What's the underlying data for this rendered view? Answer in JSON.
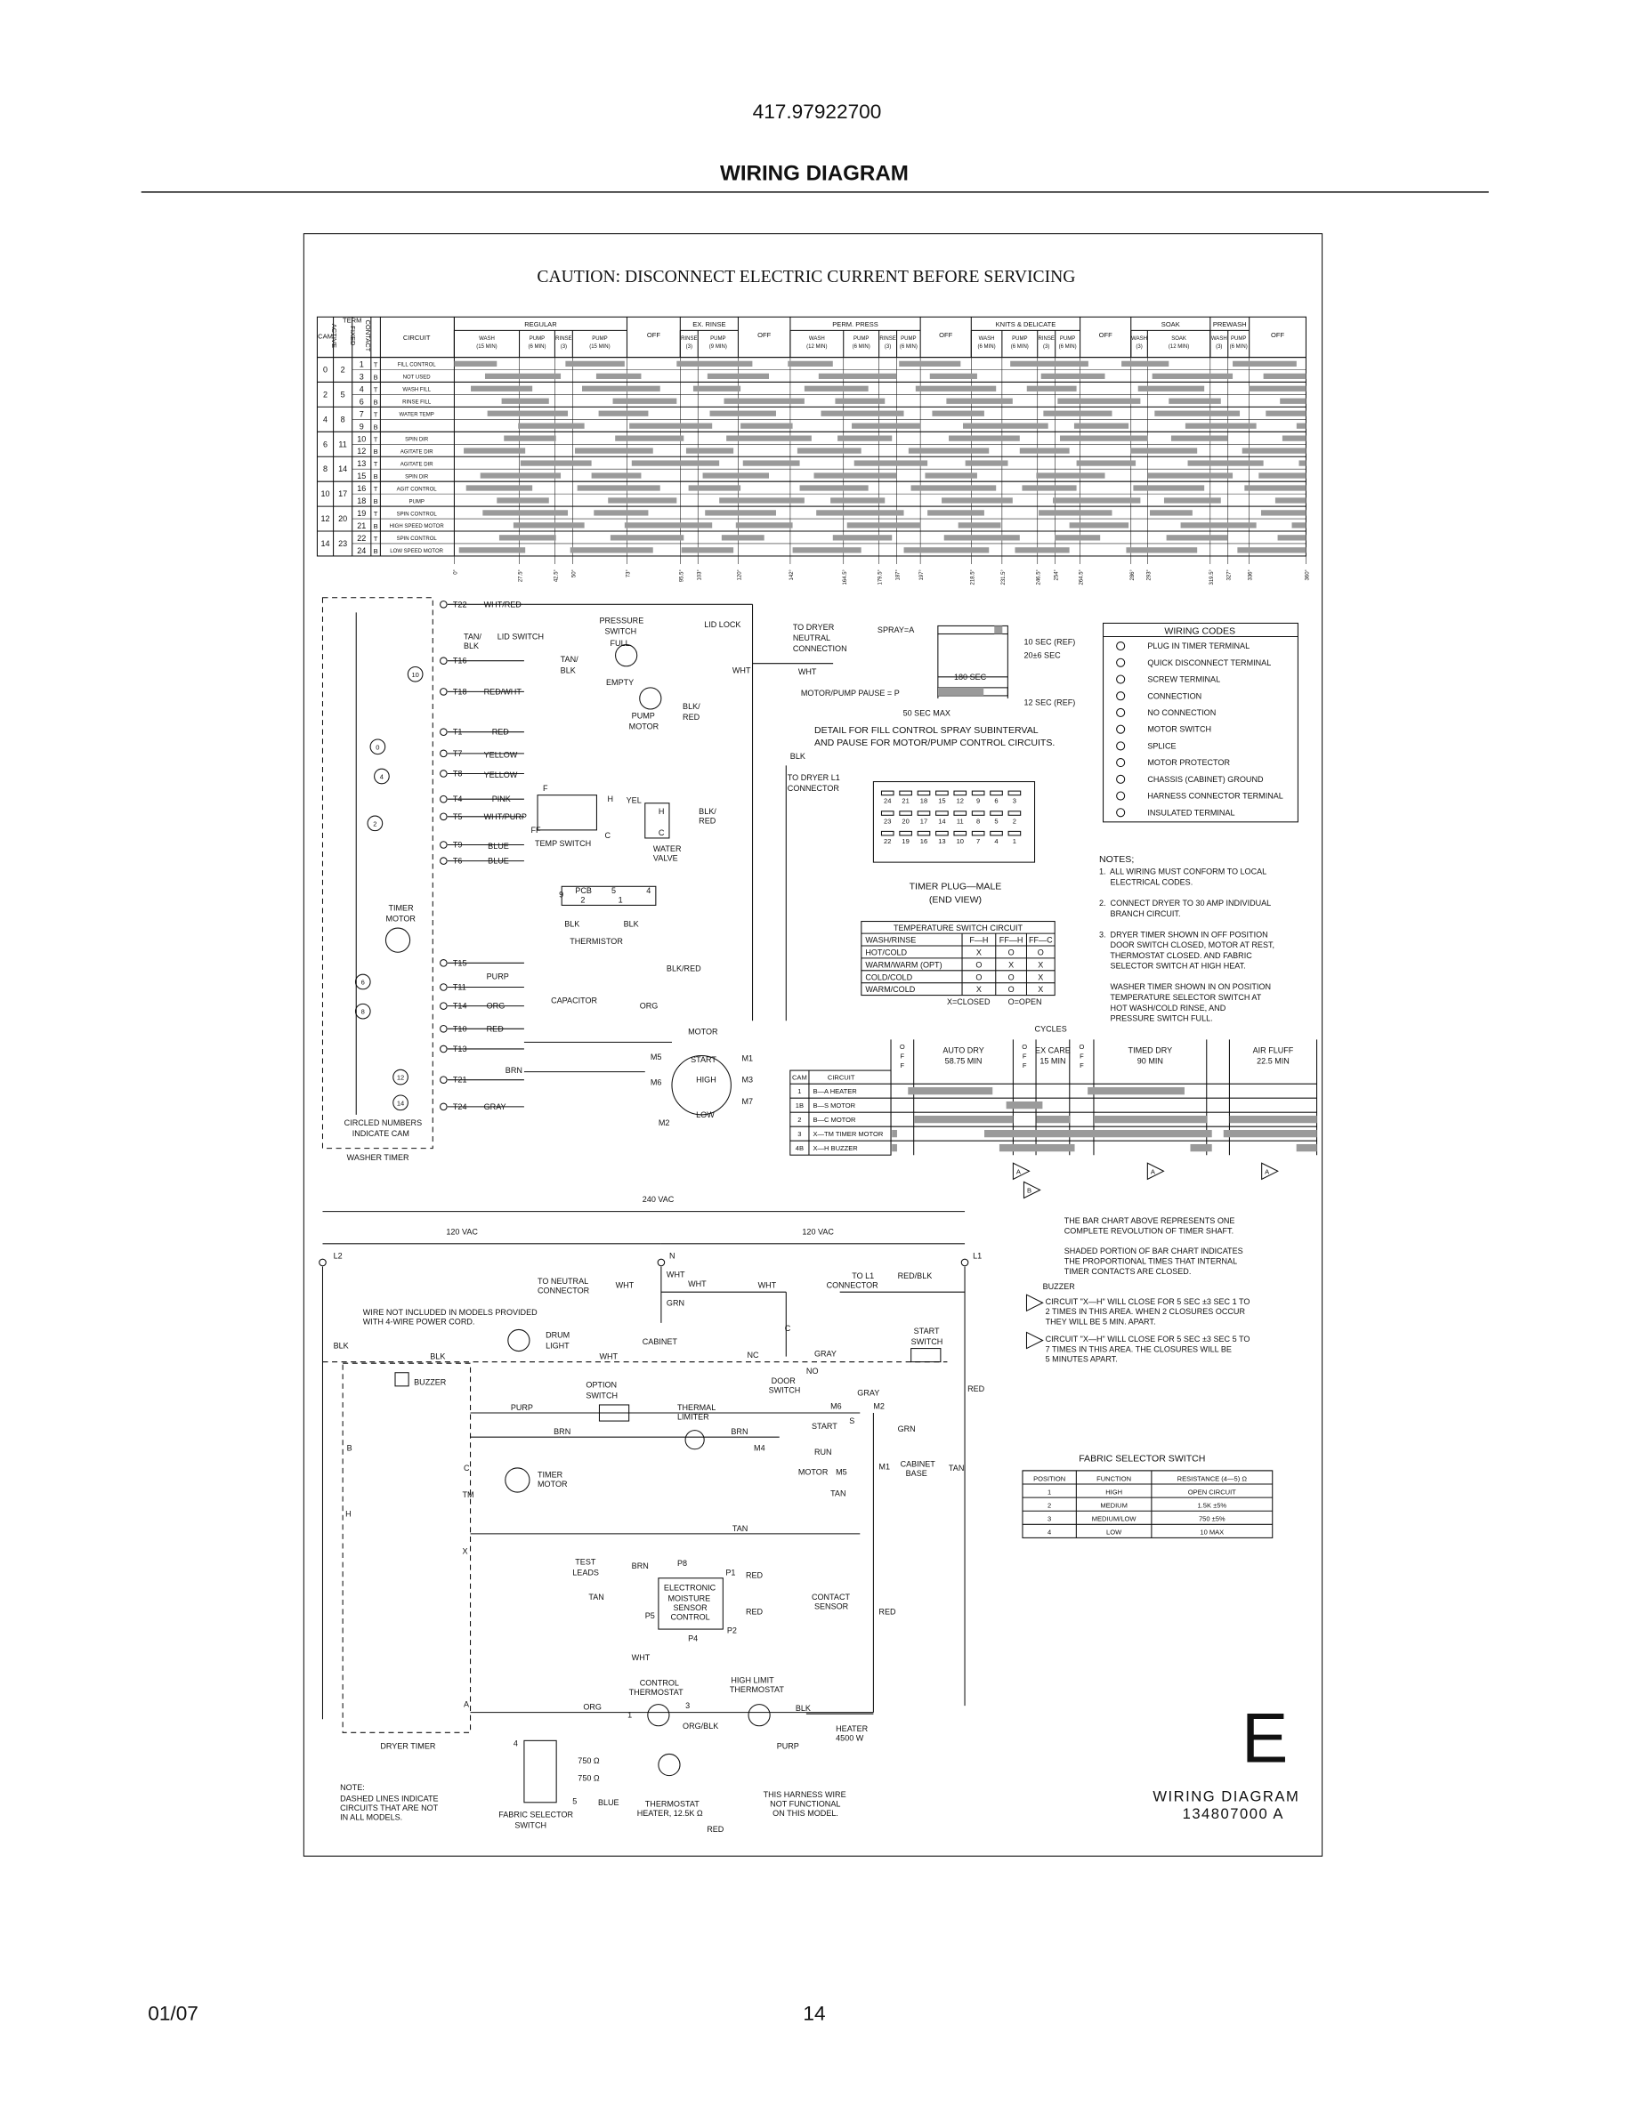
{
  "header": {
    "model": "417.97922700",
    "title": "WIRING DIAGRAM"
  },
  "caution": "CAUTION:  DISCONNECT  ELECTRIC  CURRENT  BEFORE  SERVICING",
  "washer_timer_chart": {
    "col_headers": {
      "cam": "CAM",
      "term": "TERM",
      "active": "ACTIVE",
      "fixed": "FIXED",
      "contact": "CONTACT",
      "circuit": "CIRCUIT"
    },
    "cycles": [
      {
        "label": "REGULAR",
        "subs": [
          {
            "label": "WASH",
            "time": "(15 MIN)"
          },
          {
            "label": "PUMP",
            "time": "(6 MIN)"
          },
          {
            "label": "RINSE",
            "time": "(3)"
          },
          {
            "label": "PUMP",
            "time": "(15 MIN)"
          }
        ]
      },
      {
        "label": "OFF",
        "subs": []
      },
      {
        "label": "EX. RINSE",
        "subs": [
          {
            "label": "RINSE",
            "time": "(3)"
          },
          {
            "label": "PUMP",
            "time": "(9 MIN)"
          }
        ]
      },
      {
        "label": "OFF",
        "subs": []
      },
      {
        "label": "PERM. PRESS",
        "subs": [
          {
            "label": "WASH",
            "time": "(12 MIN)"
          },
          {
            "label": "PUMP",
            "time": "(6 MIN)"
          },
          {
            "label": "RINSE",
            "time": "(3)"
          },
          {
            "label": "PUMP",
            "time": "(6 MIN)"
          }
        ]
      },
      {
        "label": "OFF",
        "subs": []
      },
      {
        "label": "KNITS & DELICATE",
        "subs": [
          {
            "label": "WASH",
            "time": "(6 MIN)"
          },
          {
            "label": "PUMP",
            "time": "(6 MIN)"
          },
          {
            "label": "RINSE",
            "time": "(3)"
          },
          {
            "label": "PUMP",
            "time": "(6 MIN)"
          }
        ]
      },
      {
        "label": "OFF",
        "subs": []
      },
      {
        "label": "SOAK",
        "subs": [
          {
            "label": "WASH",
            "time": "(3)"
          },
          {
            "label": "SOAK",
            "time": "(12 MIN)"
          }
        ]
      },
      {
        "label": "PREWASH",
        "subs": [
          {
            "label": "WASH",
            "time": "(3)"
          },
          {
            "label": "PUMP",
            "time": "(6 MIN)"
          }
        ]
      },
      {
        "label": "OFF",
        "subs": []
      }
    ],
    "cams": [
      {
        "cam": "0",
        "active": "2",
        "rows": [
          {
            "fixed": "1",
            "contact": "T",
            "circuit": "FILL CONTROL"
          },
          {
            "fixed": "3",
            "contact": "B",
            "circuit": "NOT USED"
          }
        ]
      },
      {
        "cam": "2",
        "active": "5",
        "rows": [
          {
            "fixed": "4",
            "contact": "T",
            "circuit": "WASH FILL"
          },
          {
            "fixed": "6",
            "contact": "B",
            "circuit": "RINSE FILL"
          }
        ]
      },
      {
        "cam": "4",
        "active": "8",
        "rows": [
          {
            "fixed": "7",
            "contact": "T",
            "circuit": "WATER TEMP"
          },
          {
            "fixed": "9",
            "contact": "B",
            "circuit": ""
          }
        ]
      },
      {
        "cam": "6",
        "active": "11",
        "rows": [
          {
            "fixed": "10",
            "contact": "T",
            "circuit": "SPIN DIR"
          },
          {
            "fixed": "12",
            "contact": "B",
            "circuit": "AGITATE DIR"
          }
        ]
      },
      {
        "cam": "8",
        "active": "14",
        "rows": [
          {
            "fixed": "13",
            "contact": "T",
            "circuit": "AGITATE DIR"
          },
          {
            "fixed": "15",
            "contact": "B",
            "circuit": "SPIN DIR"
          }
        ]
      },
      {
        "cam": "10",
        "active": "17",
        "rows": [
          {
            "fixed": "16",
            "contact": "T",
            "circuit": "AGIT CONTROL"
          },
          {
            "fixed": "18",
            "contact": "B",
            "circuit": "PUMP"
          }
        ]
      },
      {
        "cam": "12",
        "active": "20",
        "rows": [
          {
            "fixed": "19",
            "contact": "T",
            "circuit": "SPIN CONTROL"
          },
          {
            "fixed": "21",
            "contact": "B",
            "circuit": "HIGH SPEED MOTOR"
          }
        ]
      },
      {
        "cam": "14",
        "active": "23",
        "rows": [
          {
            "fixed": "22",
            "contact": "T",
            "circuit": "SPIN CONTROL"
          },
          {
            "fixed": "24",
            "contact": "B",
            "circuit": "LOW SPEED MOTOR"
          }
        ]
      }
    ],
    "degree_ticks": [
      "0°",
      "27.5°",
      "42.5°",
      "50°",
      "73°",
      "95.5°",
      "103°",
      "120°",
      "142°",
      "164.5°",
      "179.5°",
      "187°",
      "197°",
      "218.5°",
      "231.5°",
      "246.5°",
      "254°",
      "264.5°",
      "286°",
      "293°",
      "319.5°",
      "327°",
      "336°",
      "360°"
    ]
  },
  "washer_schematic": {
    "labels": [
      "T22",
      "WHT/RED",
      "LID LOCK",
      "PRESSURE",
      "SWITCH",
      "FULL",
      "TAN/",
      "BLK",
      "LID SWITCH",
      "T16",
      "TAN/",
      "BLK",
      "EMPTY",
      "WHT",
      "T18",
      "RED/WHT",
      "PUMP",
      "MOTOR",
      "BLK/",
      "RED",
      "T1",
      "RED",
      "T7",
      "YELLOW",
      "T8",
      "YELLOW",
      "T4",
      "PINK",
      "T5",
      "WHT/PURP",
      "F",
      "FF",
      "H",
      "C",
      "TEMP SWITCH",
      "T9",
      "BLUE",
      "T6",
      "BLUE",
      "YEL",
      "H",
      "C",
      "BLK/",
      "RED",
      "WATER",
      "VALVE",
      "PCB",
      "2",
      "5",
      "1",
      "4",
      "9",
      "BLK",
      "BLK",
      "THERMISTOR",
      "TIMER",
      "MOTOR",
      "T15",
      "BLK/RED",
      "PURP",
      "T11",
      "T14",
      "ORG",
      "CAPACITOR",
      "ORG",
      "T10",
      "RED",
      "T13",
      "MOTOR",
      "M5",
      "START",
      "M1",
      "BRN",
      "T21",
      "M6",
      "HIGH",
      "M3",
      "M7",
      "T24",
      "GRAY",
      "LOW",
      "M2",
      "CIRCLED NUMBERS",
      "INDICATE CAM",
      "WASHER TIMER",
      "TO DRYER",
      "NEUTRAL",
      "CONNECTION",
      "WHT",
      "BLK",
      "TO DRYER L1",
      "CONNECTOR"
    ],
    "cam_circles": [
      "10",
      "0",
      "4",
      "2",
      "6",
      "8",
      "12",
      "14"
    ]
  },
  "spray_detail": {
    "spray": "SPRAY=A",
    "ref10": "10 SEC (REF)",
    "sec20": "20±6 SEC",
    "sec180": "180 SEC",
    "pause": "MOTOR/PUMP PAUSE = P",
    "ref12": "12 SEC (REF)",
    "max50": "50 SEC MAX",
    "caption1": "DETAIL FOR FILL CONTROL SPRAY SUBINTERVAL",
    "caption2": "AND PAUSE FOR MOTOR/PUMP CONTROL CIRCUITS."
  },
  "timer_plug": {
    "rows": [
      [
        "24",
        "21",
        "18",
        "15",
        "12",
        "9",
        "6",
        "3"
      ],
      [
        "23",
        "20",
        "17",
        "14",
        "11",
        "8",
        "5",
        "2"
      ],
      [
        "22",
        "19",
        "16",
        "13",
        "10",
        "7",
        "4",
        "1"
      ]
    ],
    "caption1": "TIMER PLUG—MALE",
    "caption2": "(END VIEW)"
  },
  "wiring_codes": {
    "title": "WIRING CODES",
    "items": [
      {
        "icon": "plug-in-timer-terminal-icon",
        "label": "PLUG IN TIMER TERMINAL"
      },
      {
        "icon": "quick-disconnect-terminal-icon",
        "label": "QUICK DISCONNECT TERMINAL"
      },
      {
        "icon": "screw-terminal-icon",
        "label": "SCREW TERMINAL"
      },
      {
        "icon": "connection-icon",
        "label": "CONNECTION"
      },
      {
        "icon": "no-connection-icon",
        "label": "NO CONNECTION"
      },
      {
        "icon": "motor-switch-icon",
        "label": "MOTOR SWITCH"
      },
      {
        "icon": "splice-icon",
        "label": "SPLICE"
      },
      {
        "icon": "motor-protector-icon",
        "label": "MOTOR PROTECTOR"
      },
      {
        "icon": "chassis-ground-icon",
        "label": "CHASSIS (CABINET) GROUND"
      },
      {
        "icon": "harness-connector-icon",
        "label": "HARNESS CONNECTOR TERMINAL"
      },
      {
        "icon": "insulated-terminal-icon",
        "label": "INSULATED TERMINAL"
      }
    ]
  },
  "notes": {
    "title": "NOTES;",
    "lines": [
      "1.  ALL WIRING MUST CONFORM TO LOCAL",
      "     ELECTRICAL CODES.",
      "",
      "2.  CONNECT DRYER TO 30 AMP INDIVIDUAL",
      "     BRANCH CIRCUIT.",
      "",
      "3.  DRYER TIMER SHOWN IN OFF POSITION",
      "     DOOR SWITCH CLOSED, MOTOR AT REST,",
      "     THERMOSTAT CLOSED. AND FABRIC",
      "     SELECTOR SWITCH AT HIGH HEAT.",
      "",
      "     WASHER TIMER SHOWN IN ON POSITION",
      "     TEMPERATURE SELECTOR SWITCH AT",
      "     HOT WASH/COLD RINSE, AND",
      "     PRESSURE SWITCH FULL."
    ]
  },
  "temperature_switch": {
    "title": "TEMPERATURE  SWITCH  CIRCUIT",
    "headers": [
      "WASH/RINSE",
      "F—H",
      "FF—H",
      "FF—C"
    ],
    "rows": [
      [
        "HOT/COLD",
        "X",
        "O",
        "O"
      ],
      [
        "WARM/WARM (OPT)",
        "O",
        "X",
        "X"
      ],
      [
        "COLD/COLD",
        "O",
        "O",
        "X"
      ],
      [
        "WARM/COLD",
        "X",
        "O",
        "X"
      ]
    ],
    "legend": "X=CLOSED        O=OPEN"
  },
  "dryer_cycles": {
    "title": "CYCLES",
    "segments": [
      {
        "label": "OFF",
        "time": ""
      },
      {
        "label": "AUTO DRY",
        "time": "58.75 MIN"
      },
      {
        "label": "OFF",
        "time": ""
      },
      {
        "label": "EX CARE",
        "time": "15 MIN"
      },
      {
        "label": "OFF",
        "time": ""
      },
      {
        "label": "TIMED DRY",
        "time": "90 MIN"
      },
      {
        "label": "",
        "time": ""
      },
      {
        "label": "AIR FLUFF",
        "time": "22.5 MIN"
      }
    ],
    "headers": [
      "CAM",
      "CIRCUIT"
    ],
    "rows": [
      [
        "1",
        "B—A HEATER"
      ],
      [
        "1B",
        "B—S MOTOR"
      ],
      [
        "2",
        "B—C MOTOR"
      ],
      [
        "3",
        "X—TM TIMER MOTOR"
      ],
      [
        "4B",
        "X—H BUZZER"
      ]
    ],
    "markers": [
      "A",
      "A",
      "A",
      "B"
    ]
  },
  "bar_chart_notes": {
    "lines": [
      "THE BAR CHART ABOVE REPRESENTS ONE",
      "COMPLETE REVOLUTION OF TIMER SHAFT.",
      "",
      "SHADED PORTION OF BAR CHART INDICATES",
      "THE PROPORTIONAL TIMES THAT INTERNAL",
      "TIMER CONTACTS ARE CLOSED."
    ],
    "buzzer": "BUZZER",
    "note_a": [
      "CIRCUIT \"X—H\" WILL CLOSE FOR 5 SEC ±3 SEC 1 TO",
      "2 TIMES IN THIS AREA.  WHEN 2 CLOSURES OCCUR",
      "THEY WILL BE 5 MIN. APART."
    ],
    "note_b": [
      "CIRCUIT \"X—H\" WILL CLOSE FOR 5 SEC ±3 SEC 5 TO",
      "7 TIMES IN THIS AREA.  THE CLOSURES WILL BE",
      "5 MINUTES APART."
    ]
  },
  "fabric_selector": {
    "title": "FABRIC  SELECTOR  SWITCH",
    "headers": [
      "POSITION",
      "FUNCTION",
      "RESISTANCE (4—5) Ω"
    ],
    "rows": [
      [
        "1",
        "HIGH",
        "OPEN CIRCUIT"
      ],
      [
        "2",
        "MEDIUM",
        "1.5K ±5%"
      ],
      [
        "3",
        "MEDIUM/LOW",
        "750 ±5%"
      ],
      [
        "4",
        "LOW",
        "10 MAX"
      ]
    ]
  },
  "dryer_schematic": {
    "labels": [
      "240 VAC",
      "120 VAC",
      "120 VAC",
      "L2",
      "N",
      "L1",
      "WHT",
      "TO NEUTRAL",
      "CONNECTOR",
      "WHT",
      "WHT",
      "WHT",
      "GRN",
      "CABINET",
      "TO L1",
      "CONNECTOR",
      "RED/BLK",
      "WIRE NOT INCLUDED IN MODELS PROVIDED",
      "WITH 4-WIRE POWER CORD.",
      "DRUM",
      "LIGHT",
      "BLK",
      "BLK",
      "WHT",
      "C",
      "NC",
      "GRAY",
      "NO",
      "DOOR",
      "SWITCH",
      "START",
      "SWITCH",
      "RED",
      "BUZZER",
      "OPTION",
      "SWITCH",
      "PURP",
      "THERMAL",
      "LIMITER",
      "M6",
      "M2",
      "GRAY",
      "BRN",
      "BRN",
      "M4",
      "START",
      "RUN",
      "GRN",
      "S",
      "MOTOR",
      "M5",
      "M1",
      "CABINET",
      "BASE",
      "TAN",
      "TAN",
      "B",
      "C",
      "TIMER",
      "MOTOR",
      "TM",
      "H",
      "TAN",
      "X",
      "TEST",
      "LEADS",
      "BRN",
      "P8",
      "P1",
      "RED",
      "ELECTRONIC",
      "MOISTURE",
      "SENSOR",
      "CONTROL",
      "CONTACT",
      "SENSOR",
      "TAN",
      "P5",
      "RED",
      "P2",
      "P4",
      "WHT",
      "RED",
      "CONTROL",
      "THERMOSTAT",
      "HIGH LIMIT",
      "THERMOSTAT",
      "A",
      "ORG",
      "1",
      "3",
      "ORG/BLK",
      "BLK",
      "HEATER",
      "4500 W",
      "PURP",
      "DRYER TIMER",
      "4",
      "750 Ω",
      "750 Ω",
      "5",
      "BLUE",
      "THERMOSTAT",
      "HEATER, 12.5K Ω",
      "THIS HARNESS WIRE",
      "NOT FUNCTIONAL",
      "ON THIS MODEL.",
      "FABRIC SELECTOR",
      "SWITCH",
      "RED",
      "NOTE:",
      "DASHED LINES INDICATE",
      "CIRCUITS THAT ARE NOT",
      "IN ALL MODELS."
    ]
  },
  "revision": {
    "letter": "E",
    "title": "WIRING DIAGRAM",
    "number": "134807000  A"
  },
  "footer": {
    "date": "01/07",
    "page": "14"
  }
}
